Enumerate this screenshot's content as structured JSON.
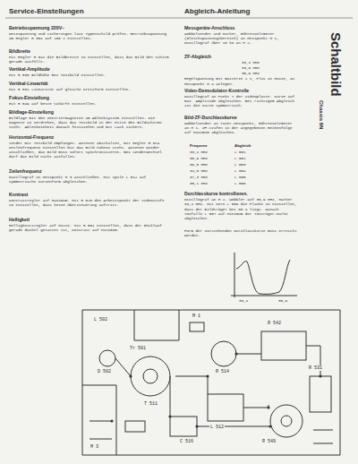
{
  "diagram": {
    "title": "Service-Einstellungen",
    "labels": [
      "Abgleich-Anleitung",
      "Schaltbild",
      "Chassis 6N",
      "Betriebsspannung 220V~",
      "Netzspannung und Sicherungen laut Typenschild prüfen. Betriebsspannung am Regler R 501 auf 200 V einstellen.",
      "Bildbreite",
      "Mit Regler R 542 die Bildbreite so einstellen, dass das Bild den Schirm gerade ausfüllt.",
      "Vertikal-Amplitude",
      "Mit R 530 Bildhöhe bei Testbild einstellen.",
      "Vertikal-Linearität",
      "Mit R 531 Linearität auf gleiche Kreisform einstellen.",
      "Fokus-Einstellung",
      "Mit R 549 auf beste Schärfe einstellen.",
      "Bildlage-Einstellung",
      "Bildlage mit den Zentriermagneten am Ablenksystem einstellen. Die Magnete so verdrehen, dass das Testbild in der Mitte des Bildschirms steht. Ablenkeinheit danach festziehen und mit Lack sichern.",
      "Horizontal-Frequenz",
      "Sender mit Testbild empfangen. Antenne abschalten, mit Regler R 514 Zeilenfrequenz einstellen bis das Bild nahezu steht. Antenne wieder anschließen, das Bild muss sofort synchronisieren. Bei Senderwechsel darf das Bild nicht ausfallen.",
      "Zeilenfrequenz",
      "Oszillograf an Messpunkt M 3 anschließen. Mit Spule L 512 auf symmetrische Kurvenform abgleichen.",
      "Kontrast",
      "Kontrastregler auf Maximum. Mit R 520 den Arbeitspunkt der Videostufe so einstellen, dass keine Übersteuerung auftritt.",
      "Helligkeit",
      "Helligkeitsregler auf Mitte. Mit R 551 einstellen, dass der Rücklauf gerade dunkel getastet ist, Kontrast auf Minimum.",
      "Messgeräte-Anschluss",
      "Wobbelsender und Marker, Röhrenvoltmeter (Gleichspannungsbereich) an Messpunkt M 1, Oszillograf über 10 kΩ an M 2.",
      "ZF-Abgleich",
      "33,4 MHz",
      "33,9 MHz",
      "38,9 MHz",
      "Regelspannung mit Batterie 2 V, Plus an Masse, an Messpunkt M 4 anlegen.",
      "Video-Demodulator-Kontrolle",
      "Oszillograf an Punkt 7 der Videoplatte. Kurve auf max. Amplitude abgleichen. Bei richtigem Abgleich ist die Kurve symmetrisch.",
      "Bild-ZF-Durchlasskurve",
      "Wobbelsender an Tuner-Messpunkt, Röhrenvoltmeter an M 1. ZF-Stufen in der angegebenen Reihenfolge auf Maximum abgleichen.",
      "Frequenz",
      "Abgleich",
      "33,4 MHz",
      "L 501",
      "38,9 MHz",
      "L 502",
      "36,0 MHz",
      "L 503",
      "34,5 MHz",
      "L 504",
      "37,3 MHz",
      "L 505",
      "35,1 MHz",
      "L 506",
      "Durchlasskurve kontrollieren.",
      "Oszillograf an M 2. Wobbler auf 38,9 MHz, Marker 33,4 MHz. Mit Kern L 506 die Flanke so einstellen, dass der Bildträger bei 50 % liegt. Danach Tonfalle L 507 auf Minimum der Tonträger-Marke abgleichen.",
      "Form der vorstehenden Durchlasskurve muss erreicht werden.",
      "33,4",
      "38,9",
      "L 502",
      "D 502",
      "R 514",
      "T 511",
      "C 516",
      "R 542",
      "L 512",
      "R 531",
      "Tr 501",
      "R 549",
      "M 1",
      "M 3"
    ]
  }
}
